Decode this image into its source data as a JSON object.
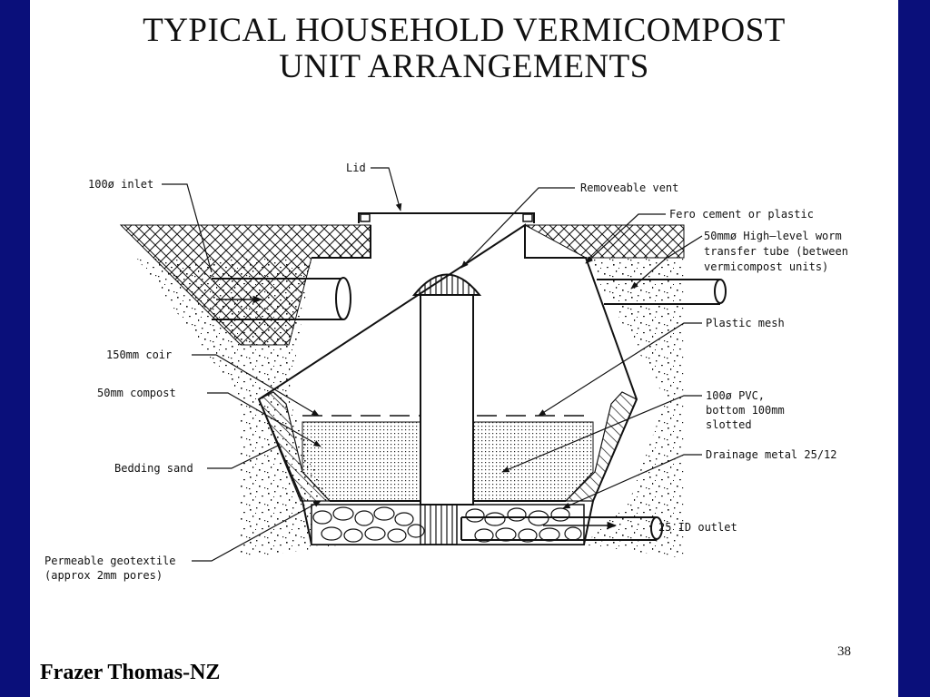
{
  "slide": {
    "title_line1": "TYPICAL  HOUSEHOLD VERMICOMPOST",
    "title_line2": "UNIT ARRANGEMENTS",
    "page_number": "38",
    "footer_credit": "Frazer Thomas-NZ",
    "colors": {
      "background": "#0a0f7a",
      "slide": "#ffffff",
      "ink": "#111111"
    }
  },
  "diagram": {
    "labels": {
      "inlet": "100ø  inlet",
      "lid": "Lid",
      "vent": "Removeable  vent",
      "fero": "Fero  cement  or  plastic",
      "transfer_1": "50mmø  High–level  worm",
      "transfer_2": "transfer  tube  (between",
      "transfer_3": "vermicompost  units)",
      "mesh": "Plastic  mesh",
      "coir": "150mm  coir",
      "compost": "50mm  compost",
      "pvc_1": "100ø  PVC,",
      "pvc_2": "bottom  100mm",
      "pvc_3": "slotted",
      "sand": "Bedding  sand",
      "drainage": "Drainage  metal  25/12",
      "outlet": "25  ID  outlet",
      "geo_1": "Permeable  geotextile",
      "geo_2": "(approx  2mm  pores)"
    }
  }
}
